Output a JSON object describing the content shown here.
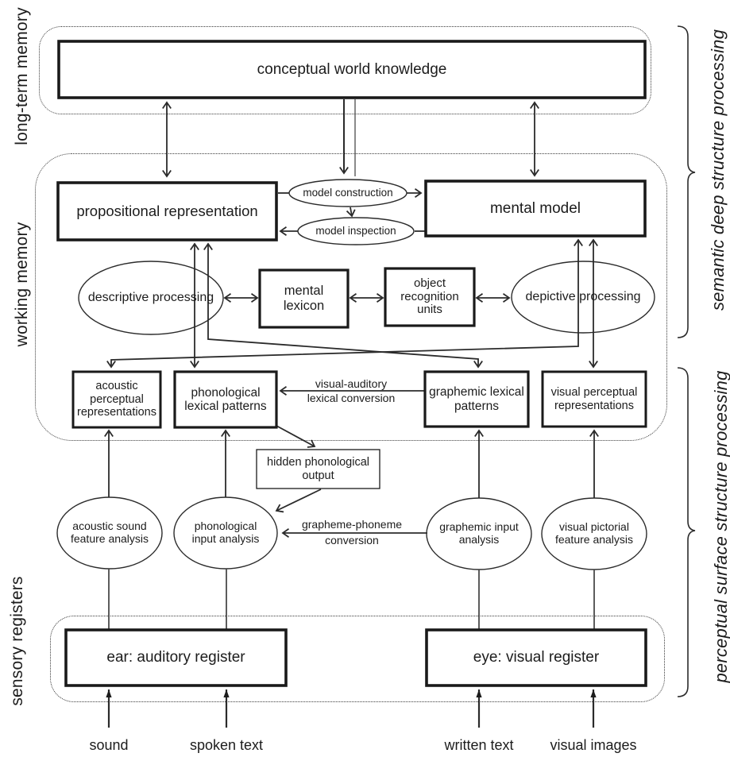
{
  "side_labels": {
    "long_term_memory": "long-term memory",
    "working_memory": "working memory",
    "sensory_registers": "sensory registers",
    "semantic_deep": "semantic deep structure processing",
    "perceptual_surface": "perceptual surface structure processing"
  },
  "boxes": {
    "conceptual_world_knowledge": "conceptual world knowledge",
    "propositional_representation": "propositional representation",
    "mental_model": "mental model",
    "mental_lexicon": "mental lexicon",
    "object_recognition_units": "object recognition units",
    "acoustic_perceptual_representations": "acoustic perceptual representations",
    "phonological_lexical_patterns": "phonological lexical patterns",
    "graphemic_lexical_patterns": "graphemic lexical patterns",
    "visual_perceptual_representations": "visual perceptual representations",
    "hidden_phonological_output": "hidden phonological output",
    "ear_auditory_register": "ear: auditory register",
    "eye_visual_register": "eye: visual register"
  },
  "ellipses": {
    "model_construction": "model construction",
    "model_inspection": "model inspection",
    "descriptive_processing": "descriptive processing",
    "depictive_processing": "depictive processing",
    "acoustic_sound_feature_analysis": "acoustic sound feature analysis",
    "phonological_input_analysis": "phonological input analysis",
    "graphemic_input_analysis": "graphemic input analysis",
    "visual_pictorial_feature_analysis": "visual pictorial feature analysis"
  },
  "edge_labels": {
    "visual_auditory_line1": "visual-auditory",
    "visual_auditory_line2": "lexical conversion",
    "grapheme_phoneme_line1": "grapheme-phoneme",
    "grapheme_phoneme_line2": "conversion"
  },
  "inputs": {
    "sound": "sound",
    "spoken_text": "spoken text",
    "written_text": "written text",
    "visual_images": "visual images"
  },
  "colors": {
    "line": "#2b2b2b",
    "box_border": "#1a1a1a",
    "background": "#ffffff"
  }
}
